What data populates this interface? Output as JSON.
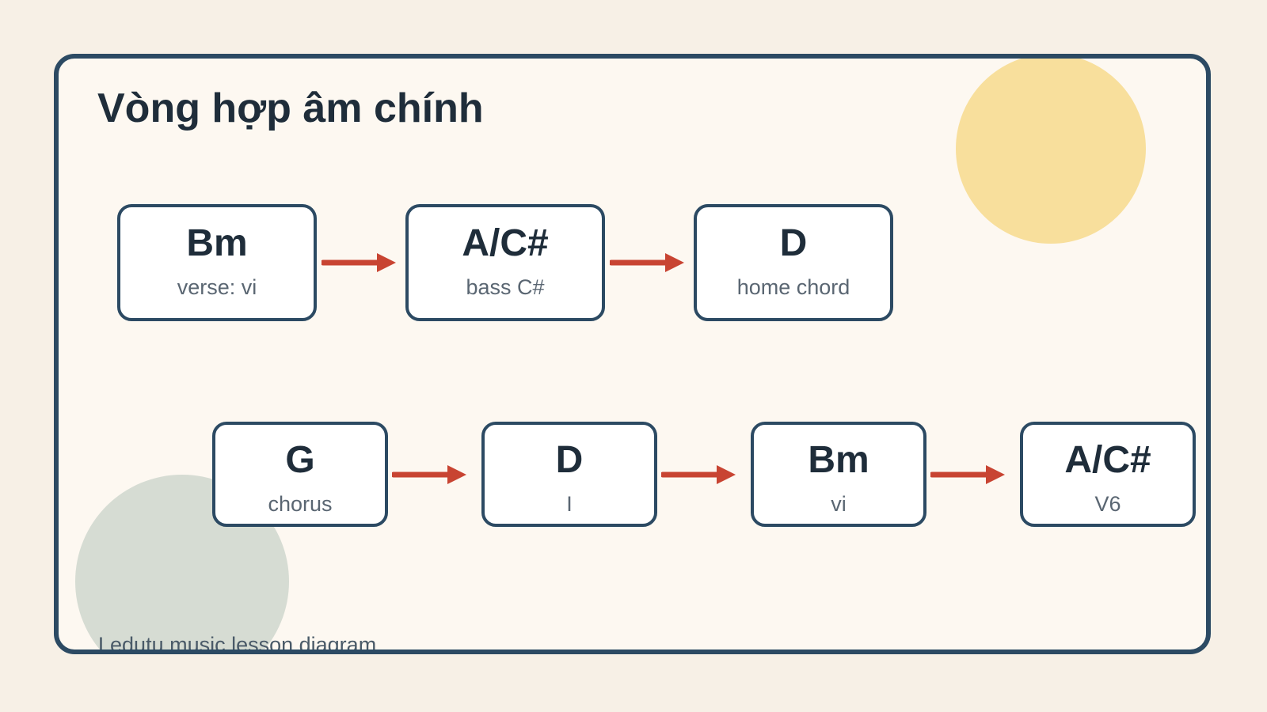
{
  "title": "Vòng hợp âm chính",
  "footer": "Ledutu music lesson diagram",
  "colors": {
    "background": "#f7f0e6",
    "panel": "#fdf8f1",
    "border": "#2c4a63",
    "arrow": "#c84432",
    "sun_circle": "#f8df9c",
    "sage_circle": "#d6dcd3"
  },
  "progressions": {
    "verse": [
      {
        "chord": "Bm",
        "label": "verse: vi"
      },
      {
        "chord": "A/C#",
        "label": "bass C#"
      },
      {
        "chord": "D",
        "label": "home chord"
      }
    ],
    "chorus": [
      {
        "chord": "G",
        "label": "chorus"
      },
      {
        "chord": "D",
        "label": "I"
      },
      {
        "chord": "Bm",
        "label": "vi"
      },
      {
        "chord": "A/C#",
        "label": "V6"
      }
    ]
  }
}
